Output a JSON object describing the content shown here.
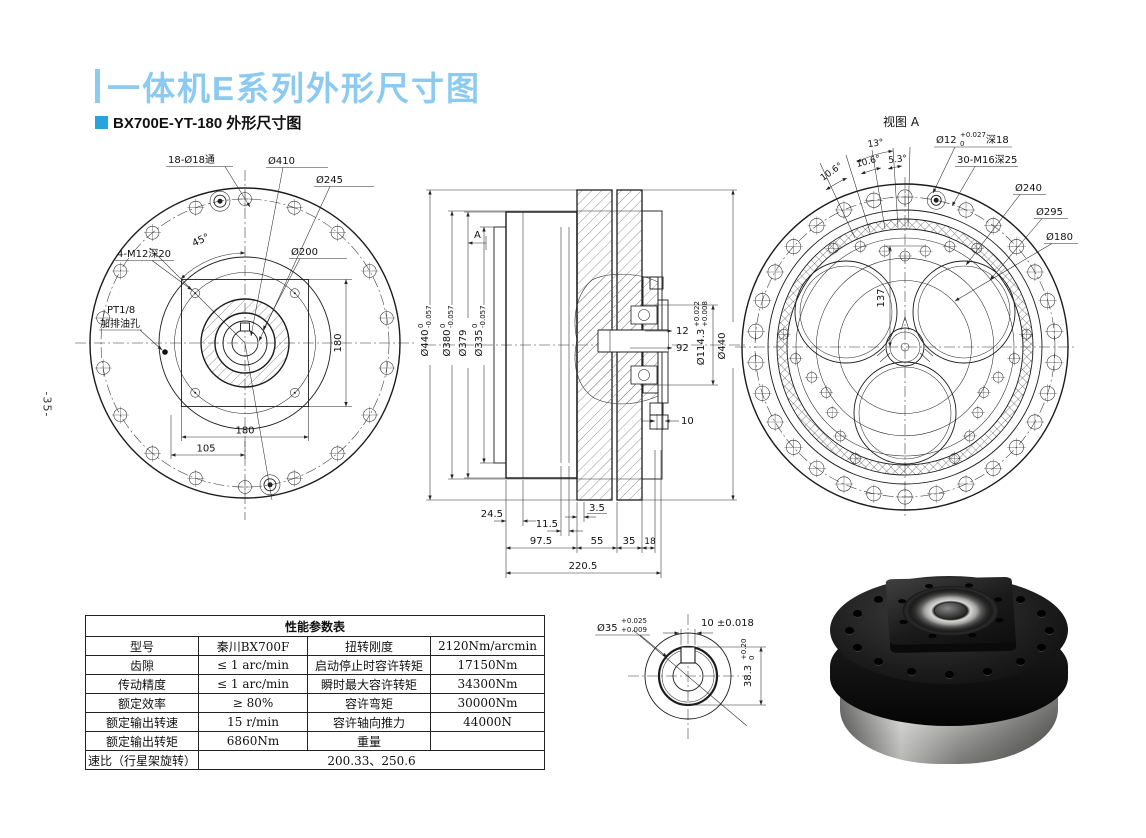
{
  "page": {
    "number": "-35-",
    "title": "一体机E系列外形尺寸图",
    "subtitle": "BX700E-YT-180 外形尺寸图"
  },
  "front_view": {
    "labels": {
      "holes": "18-Ø18通",
      "d410": "Ø410",
      "d245": "Ø245",
      "d200": "Ø200",
      "m12": "4-M12深20",
      "angle": "45°",
      "oil1": "PT1/8",
      "oil2": "加排油孔",
      "dim_v180": "180",
      "dim_h180": "180",
      "dim_105": "105"
    }
  },
  "section_view": {
    "labels": {
      "a": "A",
      "d440l": "Ø440",
      "d440l_t": "0",
      "d440l_b": "-0.057",
      "d380": "Ø380",
      "d380_t": "0",
      "d380_b": "-0.057",
      "d379": "Ø379",
      "d335": "Ø335",
      "d335_t": "0",
      "d335_b": "-0.057",
      "dim12": "12",
      "dim92": "92",
      "d1143": "Ø114.3",
      "d1143_t": "+0.022",
      "d1143_b": "+0.008",
      "d440r": "Ø440",
      "dim245": "24.5",
      "dim115": "11.5",
      "dim35": "3.5",
      "dim975": "97.5",
      "dim55": "55",
      "dim35b": "35",
      "dim18": "18",
      "dim2205": "220.5",
      "dim10": "10"
    }
  },
  "view_a": {
    "labels": {
      "title": "视图 A",
      "d12": "Ø12",
      "d12_t": "+0.027",
      "d12_b": "0",
      "d12_d": "深18",
      "m16": "30-M16深25",
      "a13": "13°",
      "a106a": "10.6°",
      "a106b": "10.6°",
      "a53": "5.3°",
      "d240": "Ø240",
      "d295": "Ø295",
      "d180": "Ø180",
      "dim137": "137"
    }
  },
  "detail_view": {
    "labels": {
      "d35": "Ø35",
      "d35_t": "+0.025",
      "d35_b": "+0.009",
      "keyw": "10 ±0.018",
      "keyd": "38.3",
      "keyd_t": "+0.20",
      "keyd_b": "0"
    }
  },
  "table": {
    "title": "性能参数表",
    "rows": [
      [
        "型号",
        "秦川BX700F",
        "扭转刚度",
        "2120Nm/arcmin"
      ],
      [
        "齿隙",
        "≤ 1 arc/min",
        "启动停止时容许转矩",
        "17150Nm"
      ],
      [
        "传动精度",
        "≤ 1 arc/min",
        "瞬时最大容许转矩",
        "34300Nm"
      ],
      [
        "额定效率",
        "≥ 80%",
        "容许弯矩",
        "30000Nm"
      ],
      [
        "额定输出转速",
        "15 r/min",
        "容许轴向推力",
        "44000N"
      ],
      [
        "额定输出转矩",
        "6860Nm",
        "重量",
        ""
      ]
    ],
    "ratio_label": "速比（行星架旋转）",
    "ratio_value": "200.33、250.6"
  },
  "colors": {
    "title_blue": "#8CCAEF",
    "accent_blue": "#29A3DC"
  }
}
